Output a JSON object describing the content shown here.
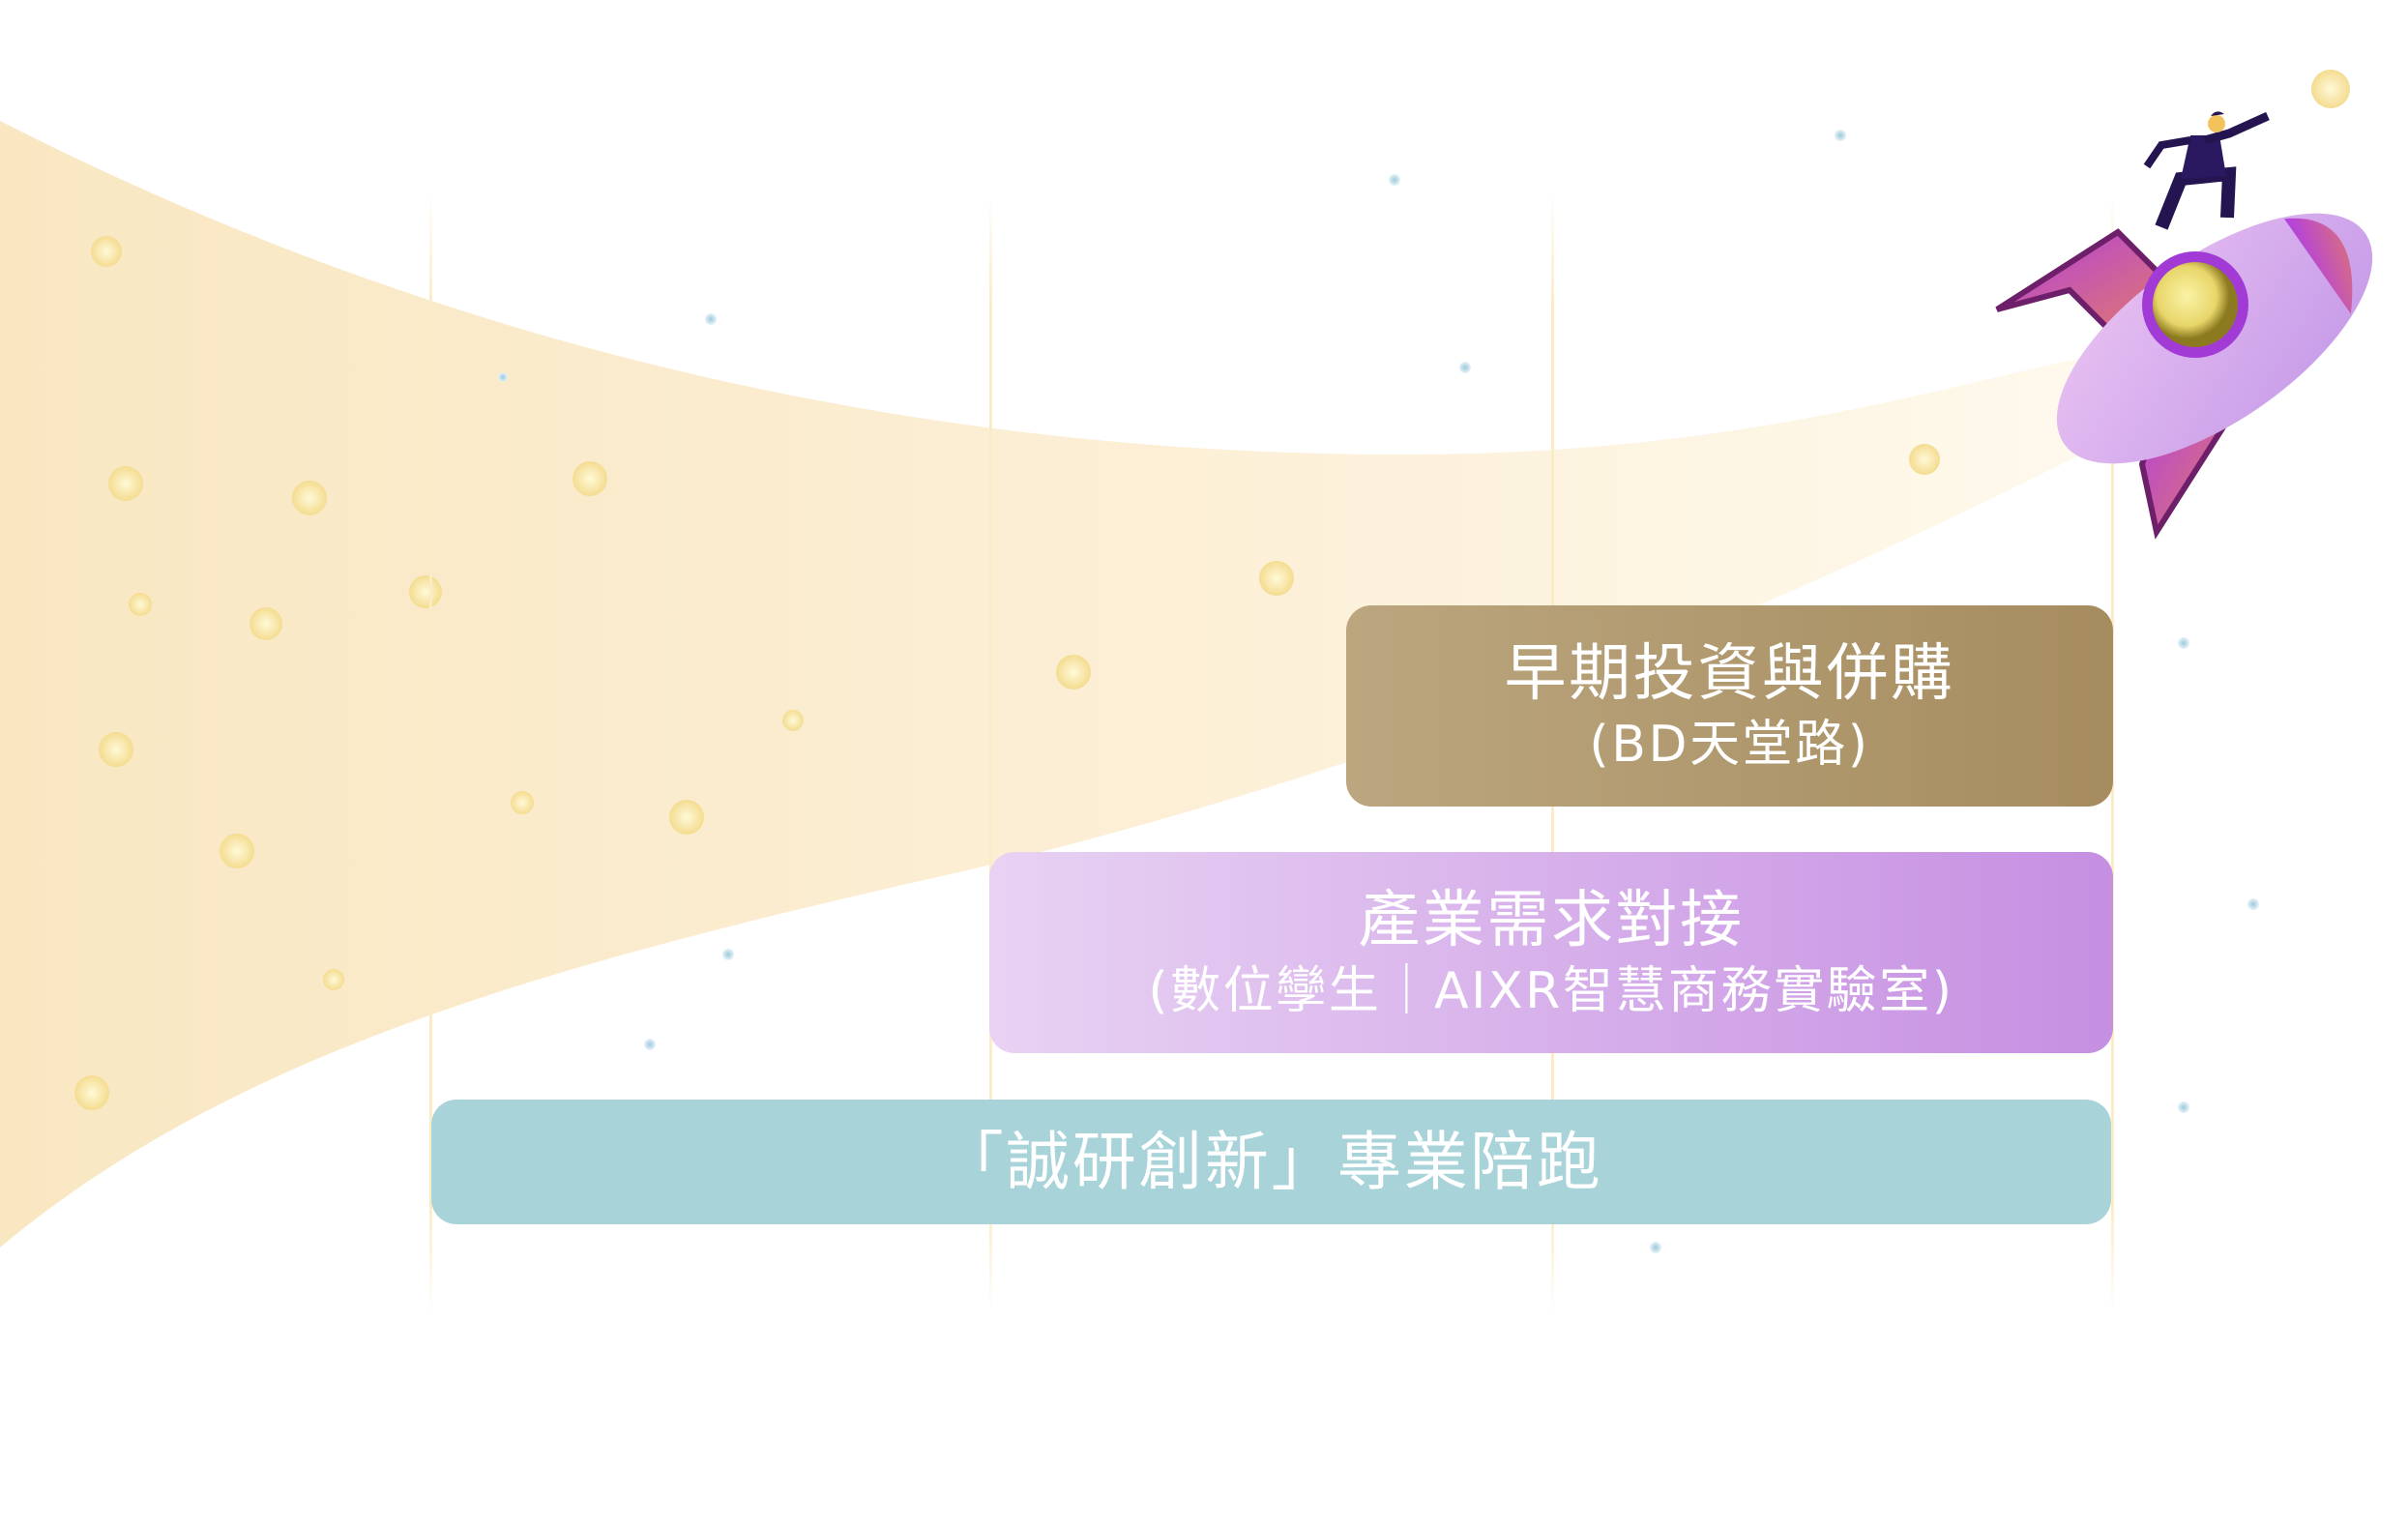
{
  "tiers": [
    {
      "title": "早期投資與併購",
      "subtitle": "(BD天堂路)",
      "color": "#ad946a"
    },
    {
      "title": "產業需求對接",
      "subtitle": "(數位孿生｜AIXR智慧商務實驗室)",
      "color": "#d3a6e8"
    },
    {
      "title": "「誠研創新」專業陪跑",
      "color": "#a8d3d9"
    }
  ],
  "illustration": {
    "icon": "rocket-with-businessman-icon"
  }
}
